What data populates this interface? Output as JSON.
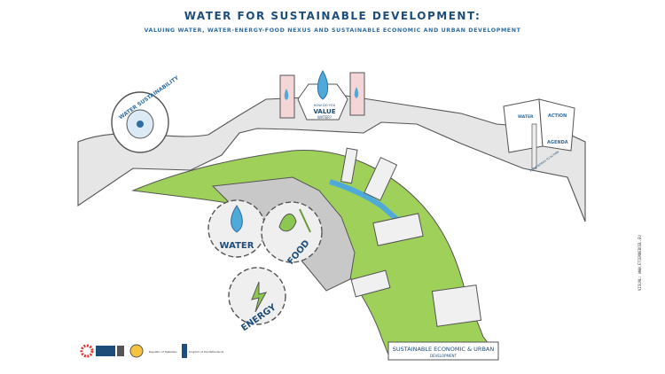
{
  "title": "WATER FOR SUSTAINABLE DEVELOPMENT:",
  "subtitle": "VALUING WATER, WATER-ENERGY-FOOD NEXUS AND SUSTAINABLE ECONOMIC AND URBAN DEVELOPMENT",
  "panels": {
    "wheel_label": "WATER SUSTAINABILITY",
    "shield_top": "HOW DO YOU",
    "shield_value": "VALUE",
    "shield_bottom": "WATER?",
    "book_water": "WATER",
    "book_action": "ACTION",
    "book_agenda": "AGENDA",
    "book_sign": "FROM WORDS TO ACTION"
  },
  "gears": {
    "water": "WATER",
    "food": "FOOD",
    "energy": "ENERGY"
  },
  "banner": {
    "line1": "SUSTAINABLE ECONOMIC & URBAN",
    "line2": "DEVELOPMENT"
  },
  "credit": "VISUAL: WWW.ETIENNEBOEL.EU",
  "logo_texts": {
    "republic": "Republic of Tajikistan",
    "netherlands": "Kingdom of the Netherlands"
  },
  "colors": {
    "ink": "#1f4d7a",
    "water": "#4fa9d9",
    "grass": "#8cc751",
    "road": "#e4e4e4"
  }
}
